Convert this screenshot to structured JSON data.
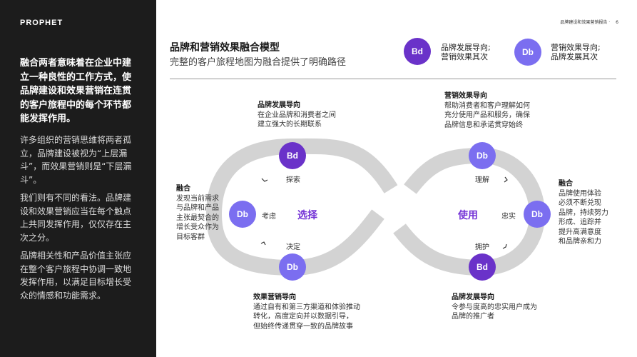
{
  "sidebar": {
    "logo": "PROPHET",
    "lead": "融合两者意味着在企业中建立一种良性的工作方式，使品牌建设和效果营销在连贯的客户旅程中的每个环节都能发挥作用。",
    "paragraphs": [
      "许多组织的营销思维将两者孤立，品牌建设被视为“上层漏斗”，而效果营销则是“下层漏斗”。",
      "我们则有不同的看法。品牌建设和效果营销应当在每个触点上共同发挥作用，仅仅存在主次之分。",
      "品牌相关性和产品价值主张应在整个客户旅程中协调一致地发挥作用，以满足目标增长受众的情感和功能需求。"
    ]
  },
  "header": {
    "report_title": "品牌建设和效果营销报告 ·",
    "page_number": "6"
  },
  "main": {
    "title": "品牌和营销效果融合模型",
    "subtitle": "完整的客户旅程地图为融合提供了明确路径"
  },
  "legend": [
    {
      "badge": "Bd",
      "line1": "品牌发展导向;",
      "line2": "营销效果其次"
    },
    {
      "badge": "Db",
      "line1": "营销效果导向;",
      "line2": "品牌发展其次"
    }
  ],
  "colors": {
    "bd": "#6a32c9",
    "db": "#7b6ef0",
    "loop": "#d3d3d3",
    "accent": "#7433d6",
    "sidebar_bg": "#1c1c1c"
  },
  "diagram": {
    "left_loop_label": "选择",
    "right_loop_label": "使用",
    "nodes": [
      {
        "badge": "Bd",
        "stage": "探索"
      },
      {
        "badge": "Db",
        "stage": "考虑"
      },
      {
        "badge": "Db",
        "stage": "决定"
      },
      {
        "badge": "Db",
        "stage": "理解"
      },
      {
        "badge": "Db",
        "stage": "忠实"
      },
      {
        "badge": "Bd",
        "stage": "拥护"
      }
    ],
    "annotations": [
      {
        "title": "品牌发展导向",
        "lines": [
          "在企业品牌和消费者之间",
          "建立强大的长期联系"
        ]
      },
      {
        "title": "融合",
        "lines": [
          "发现当前需求",
          "与品牌和产品",
          "主张最契合的",
          "增长受众作为",
          "目标客群"
        ]
      },
      {
        "title": "效果营销导向",
        "lines": [
          "通过自有和第三方渠道和体验推动",
          "转化，高度定向并以数据引导，",
          "但始终传递贯穿一致的品牌故事"
        ]
      },
      {
        "title": "营销效果导向",
        "lines": [
          "帮助消费者和客户理解如何",
          "充分使用产品和服务，确保",
          "品牌信息和承诺贯穿始终"
        ]
      },
      {
        "title": "融合",
        "lines": [
          "品牌使用体验",
          "必须不断兑现",
          "品牌，持续努力",
          "形成、追踪并",
          "提升高满意度",
          "和品牌亲和力"
        ]
      },
      {
        "title": "品牌发展导向",
        "lines": [
          "令参与度高的忠实用户成为",
          "品牌的推广者"
        ]
      }
    ]
  }
}
